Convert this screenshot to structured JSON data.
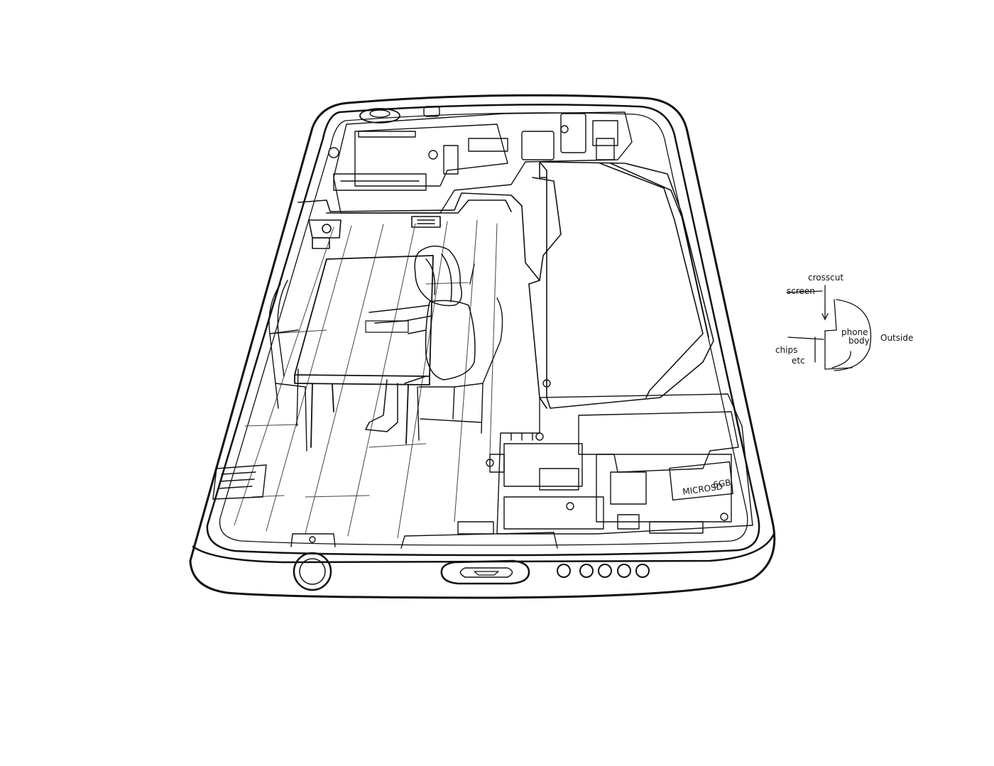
{
  "colors": {
    "ink": "#111111",
    "paper": "#ffffff",
    "light_ink": "#444444"
  },
  "illustration": {
    "microsd_label": "MICROSD",
    "microsd_capacity": "6GB"
  },
  "sketch": {
    "crosscut": "crosscut",
    "screen": "screen",
    "phone_body_line1": "phone",
    "phone_body_line2": "body",
    "outside": "Outside",
    "chips_line1": "chips",
    "chips_line2": "etc"
  }
}
